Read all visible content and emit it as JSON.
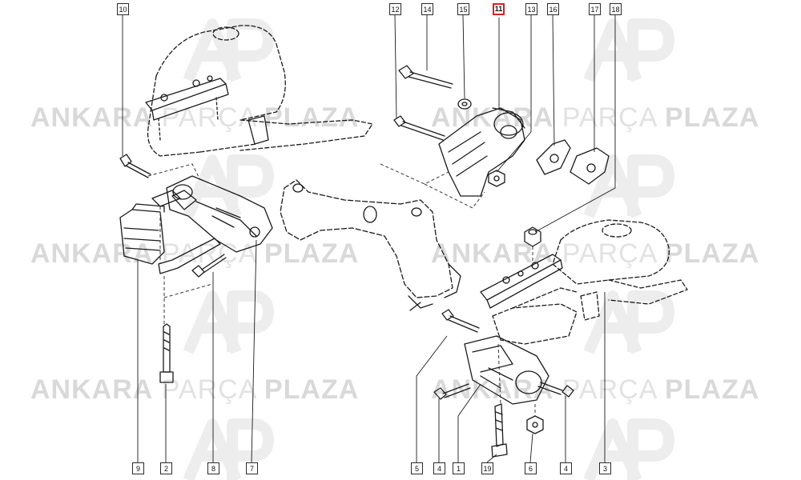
{
  "watermark": {
    "word1": "ANKARA",
    "word2": "PARÇA",
    "word3": "PLAZA",
    "logo": "AP"
  },
  "callouts": {
    "c1": "1",
    "c2": "2",
    "c3": "3",
    "c4a": "4",
    "c4b": "4",
    "c5": "5",
    "c6": "6",
    "c7": "7",
    "c8": "8",
    "c9": "9",
    "c10": "10",
    "c11": "11",
    "c12": "12",
    "c13": "13",
    "c14": "14",
    "c15": "15",
    "c16": "16",
    "c17": "17",
    "c18": "18",
    "c19": "19"
  },
  "highlight": "11",
  "colors": {
    "highlight": "#e01b24",
    "line": "#1a1a1a",
    "watermark": "#d9d9d9"
  }
}
